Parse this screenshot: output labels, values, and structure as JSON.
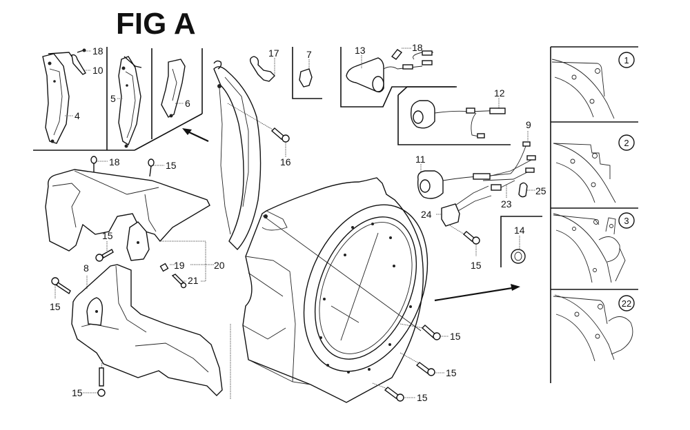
{
  "figure": {
    "title": "FIG A"
  },
  "callouts": [
    {
      "id": "c18a",
      "label": "18"
    },
    {
      "id": "c10",
      "label": "10"
    },
    {
      "id": "c4",
      "label": "4"
    },
    {
      "id": "c5",
      "label": "5"
    },
    {
      "id": "c6",
      "label": "6"
    },
    {
      "id": "c17",
      "label": "17"
    },
    {
      "id": "c7",
      "label": "7"
    },
    {
      "id": "c13",
      "label": "13"
    },
    {
      "id": "c18b",
      "label": "18"
    },
    {
      "id": "c12",
      "label": "12"
    },
    {
      "id": "c9",
      "label": "9"
    },
    {
      "id": "c11",
      "label": "11"
    },
    {
      "id": "c25",
      "label": "25"
    },
    {
      "id": "c23",
      "label": "23"
    },
    {
      "id": "c24",
      "label": "24"
    },
    {
      "id": "c15a",
      "label": "15"
    },
    {
      "id": "c14",
      "label": "14"
    },
    {
      "id": "c16",
      "label": "16"
    },
    {
      "id": "c18c",
      "label": "18"
    },
    {
      "id": "c15b",
      "label": "15"
    },
    {
      "id": "c15c",
      "label": "15"
    },
    {
      "id": "c19",
      "label": "19"
    },
    {
      "id": "c20",
      "label": "20"
    },
    {
      "id": "c21",
      "label": "21"
    },
    {
      "id": "c8",
      "label": "8"
    },
    {
      "id": "c15d",
      "label": "15"
    },
    {
      "id": "c15e",
      "label": "15"
    },
    {
      "id": "c15f",
      "label": "15"
    },
    {
      "id": "c15g",
      "label": "15"
    },
    {
      "id": "c15h",
      "label": "15"
    }
  ],
  "variants": [
    {
      "label": "1"
    },
    {
      "label": "2"
    },
    {
      "label": "3"
    },
    {
      "label": "22"
    }
  ]
}
